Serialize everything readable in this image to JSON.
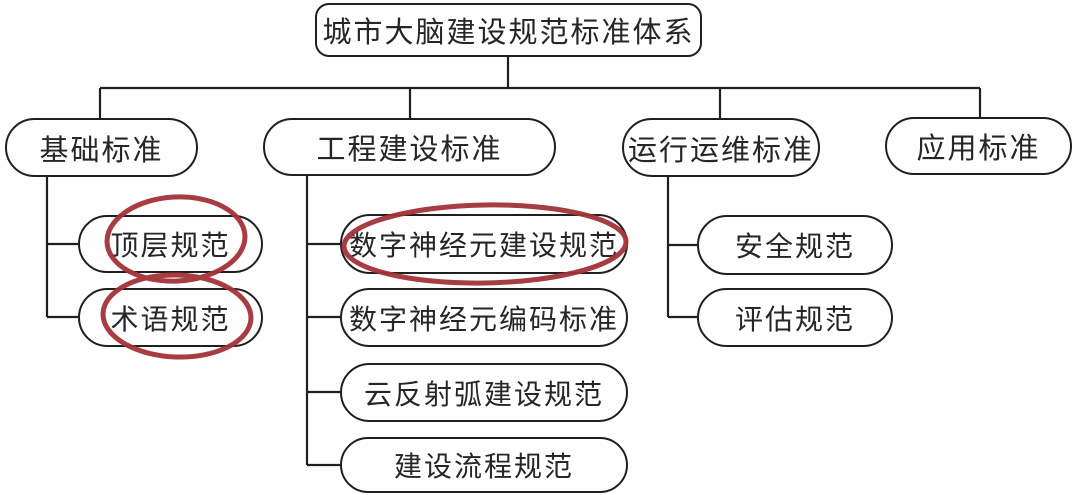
{
  "canvas": {
    "background": "#fefefe",
    "line_color": "#1f1f1f",
    "highlight_color": "#a33238"
  },
  "root": {
    "label": "城市大脑建设规范标准体系"
  },
  "branches": [
    {
      "label": "基础标准",
      "children": [
        {
          "label": "顶层规范",
          "highlighted": true
        },
        {
          "label": "术语规范",
          "highlighted": true
        }
      ]
    },
    {
      "label": "工程建设标准",
      "children": [
        {
          "label": "数字神经元建设规范",
          "highlighted": true
        },
        {
          "label": "数字神经元编码标准",
          "highlighted": false
        },
        {
          "label": "云反射弧建设规范",
          "highlighted": false
        },
        {
          "label": "建设流程规范",
          "highlighted": false
        }
      ]
    },
    {
      "label": "运行运维标准",
      "children": [
        {
          "label": "安全规范",
          "highlighted": false
        },
        {
          "label": "评估规范",
          "highlighted": false
        }
      ]
    },
    {
      "label": "应用标准",
      "children": []
    }
  ]
}
